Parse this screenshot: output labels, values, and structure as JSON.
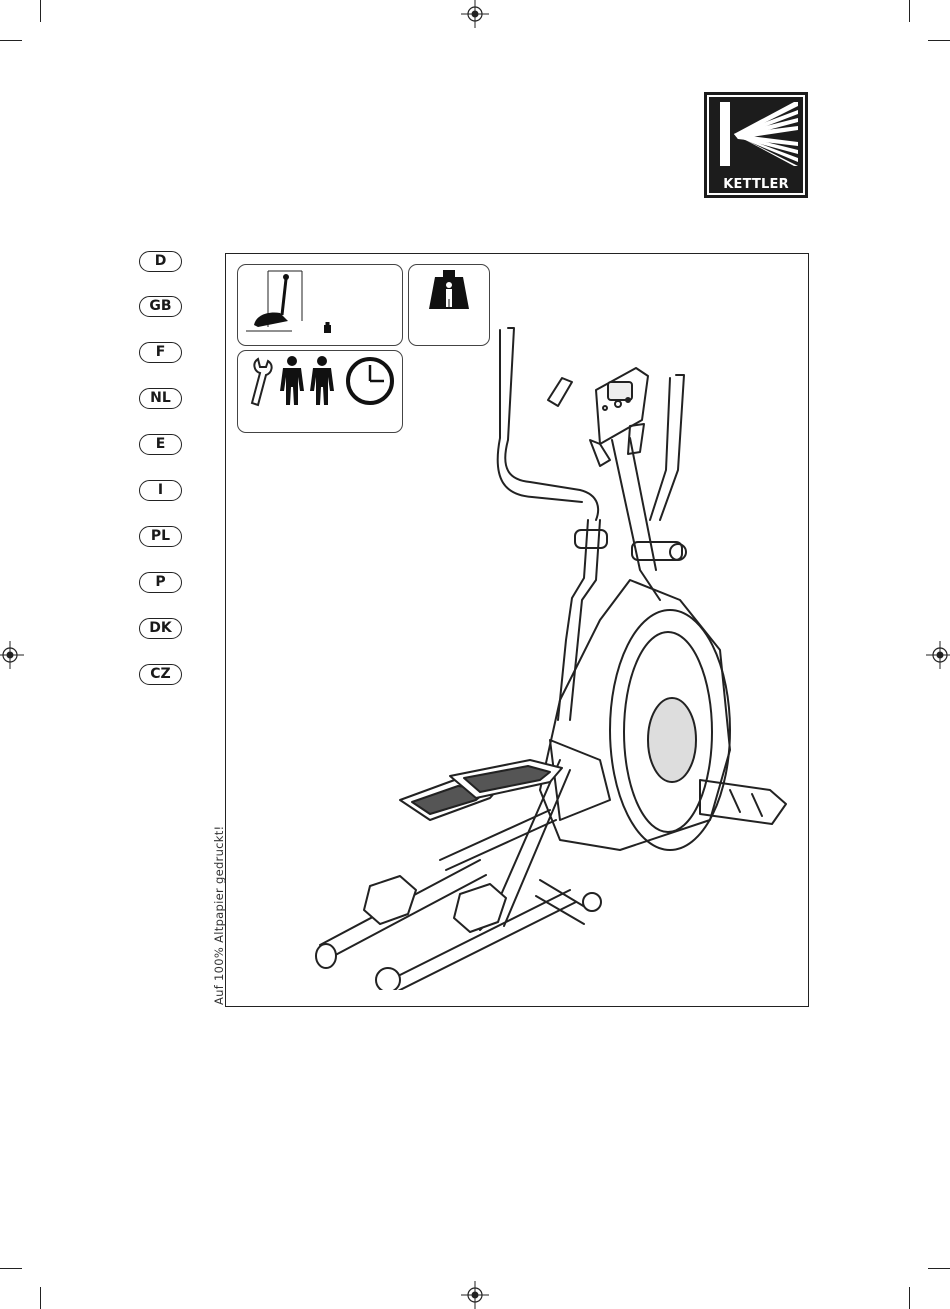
{
  "logo": {
    "brand": "KETTLER"
  },
  "languages": [
    "D",
    "GB",
    "F",
    "NL",
    "E",
    "I",
    "PL",
    "P",
    "DK",
    "CZ"
  ],
  "icons": {
    "space_box": "floor-space-icon",
    "weight_box": "max-user-weight-icon",
    "assembly_box": [
      "wrench-icon",
      "two-persons-icon",
      "clock-icon"
    ]
  },
  "illustration": "elliptical-cross-trainer",
  "footer_note": "Auf 100% Altpapier gedruckt!",
  "colors": {
    "ink": "#1c1c1c",
    "paper": "#ffffff"
  }
}
